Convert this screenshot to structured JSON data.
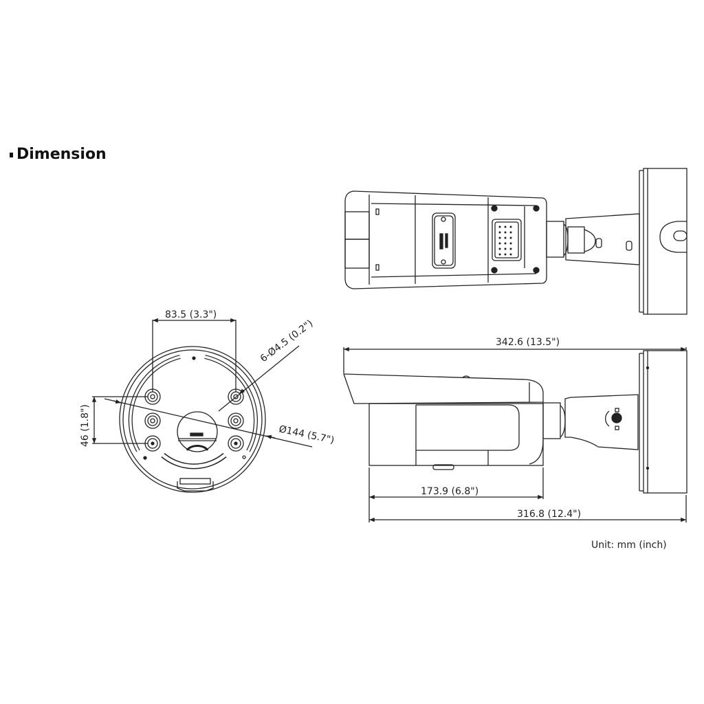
{
  "title": "Dimension",
  "unit_note": "Unit: mm (inch)",
  "views": {
    "mount_base": {
      "width_dim": "83.5 (3.3\")",
      "height_dim": "46 (1.8\")",
      "hole_dim": "6-Ø4.5 (0.2\")",
      "diameter_dim": "Ø144 (5.7\")"
    },
    "side_view": {
      "overall_length": "342.6 (13.5\")",
      "body_length": "173.9 (6.8\")",
      "total_length": "316.8 (12.4\")"
    }
  },
  "colors": {
    "line": "#222222",
    "background": "#ffffff"
  }
}
